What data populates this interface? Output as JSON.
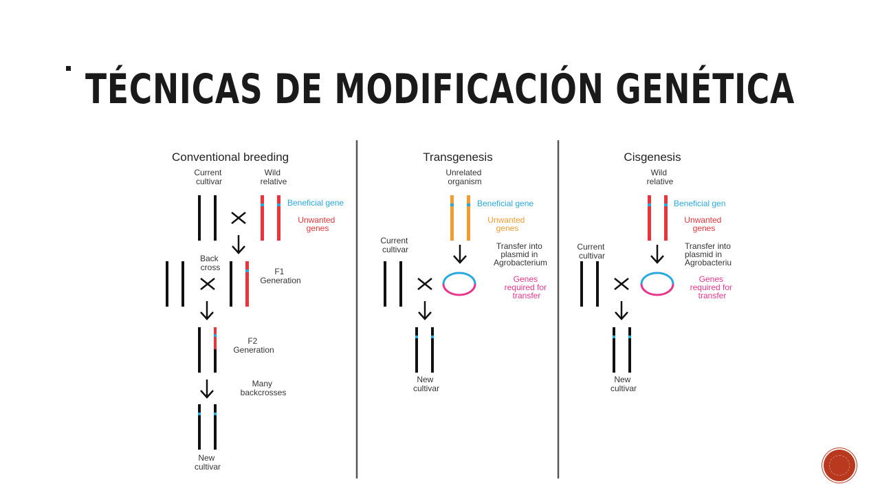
{
  "slide": {
    "title": "TÉCNICAS DE MODIFICACIÓN GENÉTICA"
  },
  "diagram": {
    "conventional": {
      "heading": "Conventional breeding",
      "current_cultivar": [
        "Current",
        "cultivar"
      ],
      "wild_relative": [
        "Wild",
        "relative"
      ],
      "beneficial_gene": "Beneficial gene",
      "unwanted_genes": [
        "Unwanted",
        "genes"
      ],
      "back_cross": [
        "Back",
        "cross"
      ],
      "f1_generation": [
        "F1",
        "Generation"
      ],
      "f2_generation": [
        "F2",
        "Generation"
      ],
      "many_backcrosses": [
        "Many",
        "backcrosses"
      ],
      "new_cultivar": [
        "New",
        "cultivar"
      ]
    },
    "transgenesis": {
      "heading": "Transgenesis",
      "unrelated_organism": [
        "Unrelated",
        "organism"
      ],
      "beneficial_gene": "Beneficial gene",
      "unwanted_genes": [
        "Unwanted",
        "genes"
      ],
      "current_cultivar": [
        "Current",
        "cultivar"
      ],
      "transfer": [
        "Transfer into",
        "plasmid in",
        "Agrobacterium"
      ],
      "genes_required": [
        "Genes",
        "required for",
        "transfer"
      ],
      "new_cultivar": [
        "New",
        "cultivar"
      ]
    },
    "cisgenesis": {
      "heading": "Cisgenesis",
      "wild_relative": [
        "Wild",
        "relative"
      ],
      "beneficial_gene": "Beneficial gen",
      "unwanted_genes": [
        "Unwanted",
        "genes"
      ],
      "current_cultivar": [
        "Current",
        "cultivar"
      ],
      "transfer": [
        "Transfer into",
        "plasmid in",
        "Agrobacteriu"
      ],
      "genes_required": [
        "Genes",
        "required for",
        "transfer"
      ],
      "new_cultivar": [
        "New",
        "cultivar"
      ]
    }
  },
  "colors": {
    "chromosome": "#111111",
    "beneficial": "#29a8e0",
    "unwanted": "#e8343a",
    "unrelated": "#f39c32",
    "plasmid_transfer": "#e8348b",
    "divider": "#555555",
    "nav_button": "#b8391e"
  },
  "nav": {
    "icon": "circle-button-icon"
  }
}
